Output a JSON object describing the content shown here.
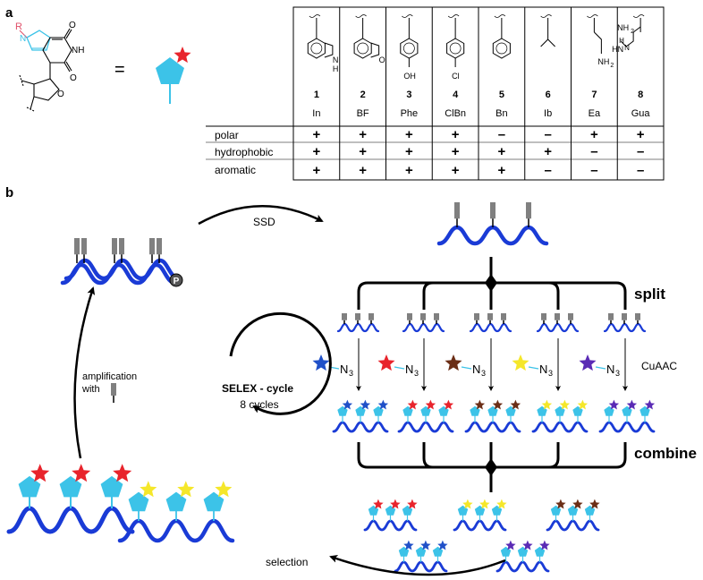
{
  "panel_a": {
    "letter": "a",
    "equals": "=",
    "nucleoside": {
      "r_label": "R",
      "n_label": "N",
      "nh_label": "NH",
      "o_label": "O"
    },
    "columns": [
      {
        "number": "1",
        "abbr": "In",
        "polar": "+",
        "hydrophobic": "+",
        "aromatic": "+",
        "struct_labels": [
          "N",
          "H"
        ]
      },
      {
        "number": "2",
        "abbr": "BF",
        "polar": "+",
        "hydrophobic": "+",
        "aromatic": "+",
        "struct_labels": [
          "O"
        ]
      },
      {
        "number": "3",
        "abbr": "Phe",
        "polar": "+",
        "hydrophobic": "+",
        "aromatic": "+",
        "struct_labels": [
          "OH"
        ]
      },
      {
        "number": "4",
        "abbr": "ClBn",
        "polar": "+",
        "hydrophobic": "+",
        "aromatic": "+",
        "struct_labels": [
          "Cl"
        ]
      },
      {
        "number": "5",
        "abbr": "Bn",
        "polar": "–",
        "hydrophobic": "+",
        "aromatic": "+",
        "struct_labels": []
      },
      {
        "number": "6",
        "abbr": "Ib",
        "polar": "–",
        "hydrophobic": "+",
        "aromatic": "–",
        "struct_labels": []
      },
      {
        "number": "7",
        "abbr": "Ea",
        "polar": "+",
        "hydrophobic": "–",
        "aromatic": "–",
        "struct_labels": [
          "NH",
          "2"
        ]
      },
      {
        "number": "8",
        "abbr": "Gua",
        "polar": "+",
        "hydrophobic": "–",
        "aromatic": "–",
        "struct_labels": [
          "NH",
          "2",
          "HN",
          "H",
          "N"
        ]
      }
    ],
    "row_labels": {
      "polar": "polar",
      "hydrophobic": "hydrophobic",
      "aromatic": "aromatic"
    }
  },
  "panel_b": {
    "letter": "b",
    "ssd": "SSD",
    "split": "split",
    "combine": "combine",
    "selection": "selection",
    "cuaac": "CuAAC",
    "azide": "N",
    "azide_sub": "3",
    "phosphate": "P",
    "amplification_line1": "amplification",
    "amplification_line2": "with",
    "cycle_title": "SELEX - cycle",
    "cycle_sub": "8 cycles"
  },
  "colors": {
    "dna": "#1a3bd6",
    "triazole": "#3cc3e8",
    "red_star": "#e8242c",
    "blue_star": "#2050c8",
    "brown_star": "#6b2e16",
    "yellow_star": "#f5e72a",
    "purple_star": "#5a2bb5",
    "r_label": "#e0506a"
  }
}
